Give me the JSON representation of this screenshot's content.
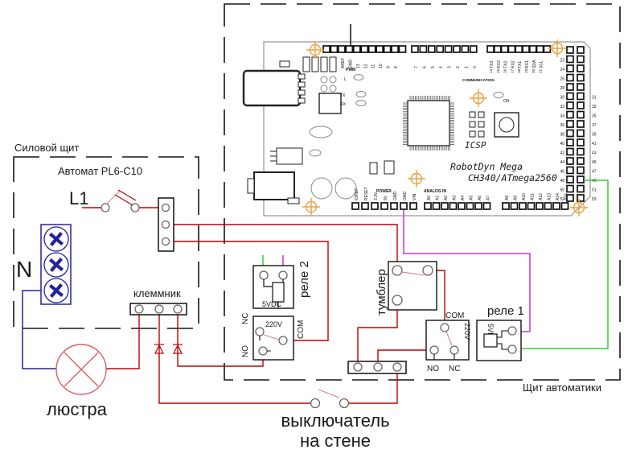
{
  "diagram": {
    "power_panel": {
      "title": "Силовой щит",
      "breaker_label": "Автомат PL6-C10",
      "phase_label": "L1",
      "neutral_label": "N",
      "terminal_label": "клеммник"
    },
    "automation_panel": {
      "title": "Щит автоматики"
    },
    "lamp": {
      "label": "люстра"
    },
    "wall_switch": {
      "line1": "выключатель",
      "line2": "на стене"
    },
    "toggle": {
      "label": "тумблер"
    },
    "relay2": {
      "name": "реле 2",
      "coil_voltage": "5VDC",
      "contact_voltage": "220V",
      "nc": "NC",
      "no": "NO",
      "com": "COM"
    },
    "relay1": {
      "name": "реле 1",
      "coil_voltage": "5VDC",
      "contact_voltage": "220V",
      "nc": "NC",
      "no": "NO",
      "com": "COM"
    }
  },
  "board": {
    "name_line1": "RobotDyn  Mega",
    "name_line2": "CH340/ATmega2560",
    "icsp": "ICSP",
    "communication": "COMMUNICATION",
    "pwm": "PWM",
    "power_label": "POWER",
    "analog_label": "ANALOG IN",
    "led_l": "L",
    "led_tx": "TX",
    "led_rx": "RX",
    "led_on": "ON",
    "headers": {
      "top1": [
        "",
        "",
        "AREF",
        "GND",
        "13",
        "12",
        "11",
        "10",
        "9",
        "8",
        ""
      ],
      "top2": [
        "7",
        "6",
        "5",
        "4",
        "3",
        "2",
        "1",
        "0"
      ],
      "top3": [
        "TX3",
        "RX3",
        "TX2",
        "RX2",
        "TX1",
        "RX1",
        "SDA",
        "SCL",
        ""
      ],
      "top3_numbers": [
        "14",
        "15",
        "16",
        "17",
        "18",
        "19",
        "20",
        "21",
        ""
      ],
      "right_even": [
        "",
        "22",
        "24",
        "26",
        "28",
        "30",
        "32",
        "34",
        "36",
        "38",
        "40",
        "42",
        "44",
        "46",
        "48",
        "50",
        "52"
      ],
      "right_odd": [
        "",
        "",
        "",
        "",
        "",
        "31",
        "33",
        "35",
        "37",
        "39",
        "41",
        "43",
        "45",
        "47",
        "49",
        "51",
        "53"
      ],
      "power_pins": [
        "IOREF",
        "RESET",
        "3.3V",
        "5V",
        "GND",
        "GND",
        "VIN"
      ],
      "analog1": [
        "A0",
        "A1",
        "A2",
        "A3",
        "A4",
        "A5",
        "A6",
        "A7"
      ],
      "analog2": [
        "A8",
        "A9",
        "A10",
        "A11",
        "A12",
        "A13",
        "A14",
        "A15"
      ]
    }
  },
  "colors": {
    "wire_red": "#c00000",
    "wire_lever": "#e08080",
    "wire_blue": "#2222a0",
    "wire_green": "#33cc33",
    "wire_magenta": "#cc33cc",
    "lamp_red": "#d95f5f",
    "crosshair_orange": "#e8a23c",
    "board_outline": "#a8a8a8",
    "phase_text": "#21218f"
  }
}
